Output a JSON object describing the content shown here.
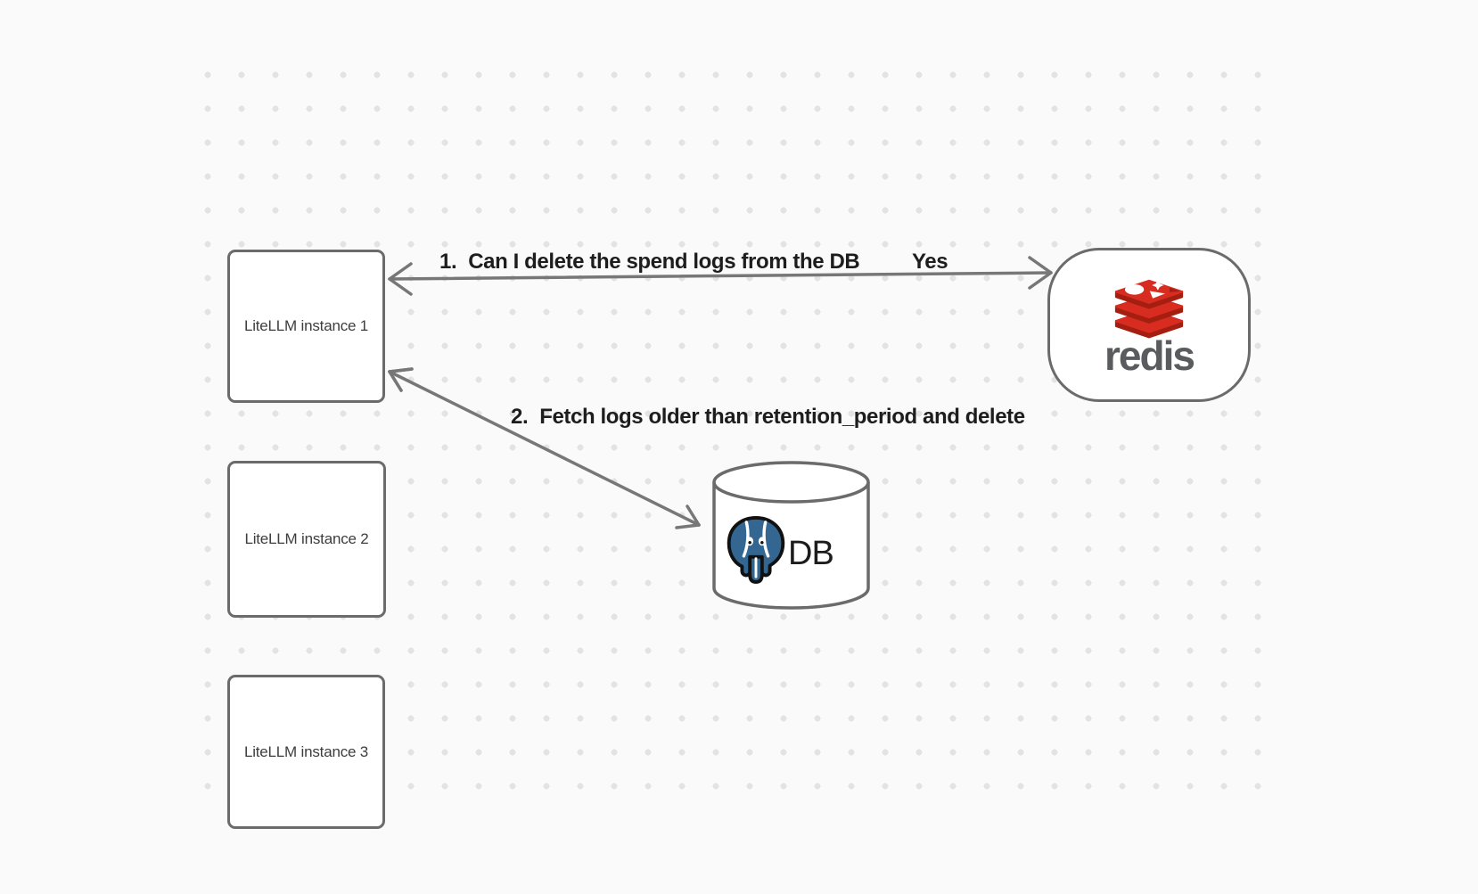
{
  "background": {
    "color": "#fafafa",
    "dot_color": "#e3e3e3"
  },
  "nodes": {
    "litellm_instances": [
      {
        "label": "LiteLLM instance 1"
      },
      {
        "label": "LiteLLM instance 2"
      },
      {
        "label": "LiteLLM instance 3"
      }
    ],
    "redis": {
      "wordmark": "redis",
      "icon": "redis-stack-icon"
    },
    "database": {
      "label": "DB",
      "icon": "postgresql-elephant-icon"
    }
  },
  "edges": [
    {
      "number": "1.",
      "text": "Can I delete the spend logs from the DB",
      "response": "Yes",
      "style": "double-headed-arrow"
    },
    {
      "number": "2.",
      "text": "Fetch logs older than retention_period and delete",
      "style": "double-headed-arrow"
    }
  ],
  "colors": {
    "redis_red": "#d82c20",
    "redis_dark_red": "#a41e11",
    "redis_wordmark_gray": "#5a5b5e",
    "postgres_blue": "#336791",
    "shape_border_gray": "#6b6b6b",
    "arrow_gray": "#777777",
    "label_text": "#1d1d1d"
  }
}
